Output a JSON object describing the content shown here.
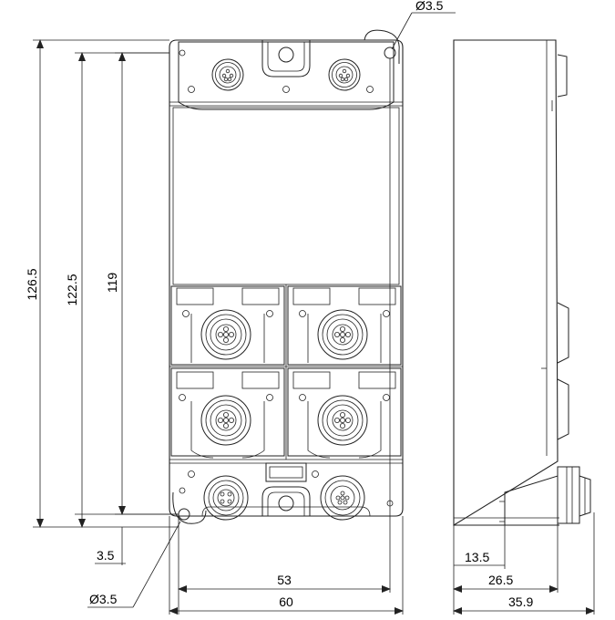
{
  "dimensions": {
    "hole_top": "Ø3.5",
    "hole_bottom": "Ø3.5",
    "height_overall": "126.5",
    "height_mid": "122.5",
    "height_inner": "119",
    "offset_bottom": "3.5",
    "width_holes": "53",
    "width_overall": "60",
    "side_connector": "13.5",
    "side_body": "26.5",
    "side_overall": "35.9"
  }
}
